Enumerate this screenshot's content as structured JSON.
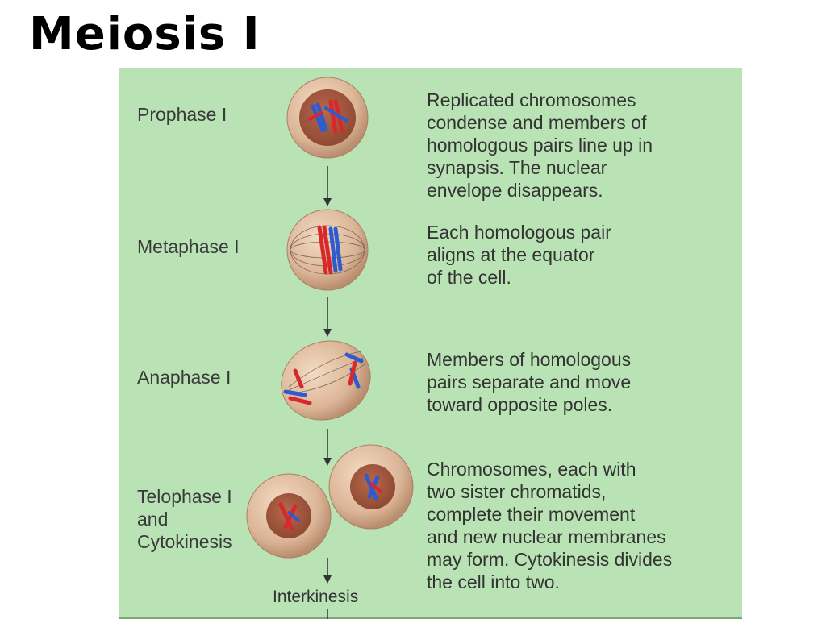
{
  "title": "Meiosis I",
  "stages": [
    {
      "label": "Prophase I",
      "description": "Replicated chromosomes\ncondense and members of\nhomologous pairs line up in\nsynapsis. The nuclear\nenvelope disappears."
    },
    {
      "label": "Metaphase I",
      "description": "Each homologous pair\naligns at the equator\nof the cell."
    },
    {
      "label": "Anaphase I",
      "description": "Members of homologous\npairs separate and move\ntoward opposite poles."
    },
    {
      "label": "Telophase I\nand\nCytokinesis",
      "description": "Chromosomes, each with\ntwo sister chromatids,\ncomplete their movement\nand new nuclear membranes\nmay form. Cytokinesis divides\nthe cell into two."
    }
  ],
  "next_stage": "Interkinesis",
  "colors": {
    "panel": "#b9e3b4",
    "chromosome_red": "#d8282c",
    "chromosome_blue": "#2f5bd0"
  }
}
